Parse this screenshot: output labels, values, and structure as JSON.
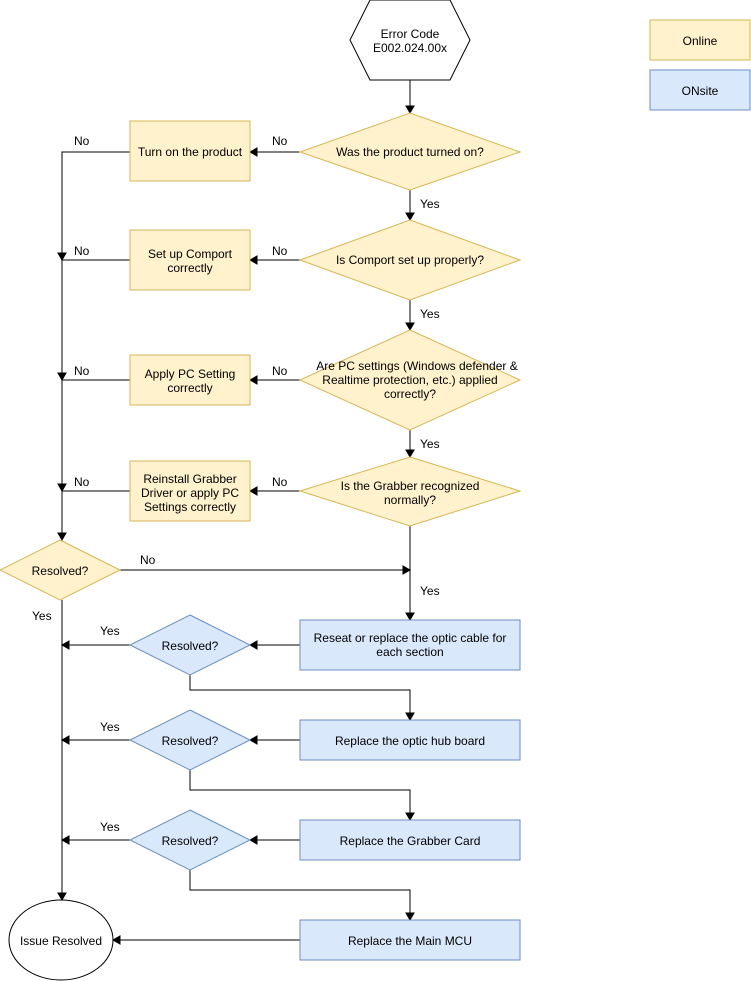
{
  "legend": {
    "online": "Online",
    "onsite": "ONsite"
  },
  "nodes": {
    "start": [
      "Error Code",
      "E002.024.00x"
    ],
    "q_turned_on": [
      "Was the product turned on?"
    ],
    "a_turn_on": [
      "Turn on the product"
    ],
    "q_comport": [
      "Is Comport set up properly?"
    ],
    "a_comport": [
      "Set up Comport",
      "correctly"
    ],
    "q_pc_settings": [
      "Are PC settings (Windows defender &",
      "Realtime protection, etc.) applied",
      "correctly?"
    ],
    "a_pc_settings": [
      "Apply PC Setting",
      "correctly"
    ],
    "q_grabber": [
      "Is the Grabber recognized",
      "normally?"
    ],
    "a_grabber": [
      "Reinstall Grabber",
      "Driver or apply PC",
      "Settings correctly"
    ],
    "q_resolved_1": [
      "Resolved?"
    ],
    "a_optic_cable": [
      "Reseat or replace the optic cable for",
      "each section"
    ],
    "q_resolved_2": [
      "Resolved?"
    ],
    "a_optic_hub": [
      "Replace the optic hub board"
    ],
    "q_resolved_3": [
      "Resolved?"
    ],
    "a_grabber_card": [
      "Replace the Grabber Card"
    ],
    "q_resolved_4": [
      "Resolved?"
    ],
    "a_main_mcu": [
      "Replace the Main MCU"
    ],
    "end": [
      "Issue Resolved"
    ]
  },
  "edge_labels": {
    "no": "No",
    "yes": "Yes"
  },
  "colors": {
    "online_fill": "#fff2cc",
    "online_stroke": "#d6b656",
    "onsite_fill": "#dae8fc",
    "onsite_stroke": "#6c8ebf"
  }
}
